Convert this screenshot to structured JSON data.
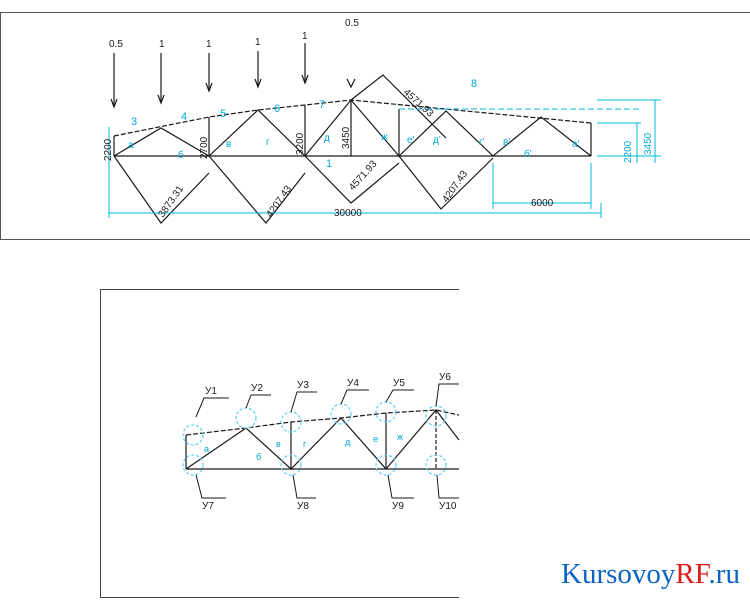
{
  "colors": {
    "member": "#1a1a1a",
    "dimension": "#00b8e6",
    "label": "#00a9d6",
    "node_circle": "#5fd0f0",
    "watermark_blue": "#0b63c4",
    "watermark_red": "#e01b1b"
  },
  "top_diagram": {
    "loads": [
      "0.5",
      "1",
      "1",
      "1",
      "1",
      "0.5"
    ],
    "top_chord_panels": [
      "3",
      "4",
      "5",
      "6",
      "7",
      "8"
    ],
    "bottom_chord_panel": "1",
    "web_panels": [
      "а",
      "б",
      "в",
      "г",
      "д",
      "ж",
      "е'",
      "д'",
      "г'",
      "в'",
      "б'",
      "а'"
    ],
    "heights": {
      "h1": "2200",
      "h2": "2700",
      "h3": "3200",
      "h4": "3450",
      "h1_right": "2200",
      "h4_right": "3450"
    },
    "diagonals": {
      "d1": "3873.31",
      "d2": "4207.43",
      "d3": "4571.93",
      "d4": "4571.93",
      "d5": "4207.43"
    },
    "span": "30000",
    "panel_width": "6000"
  },
  "bottom_diagram": {
    "top_nodes": [
      "У1",
      "У2",
      "У3",
      "У4",
      "У5",
      "У6"
    ],
    "bottom_nodes": [
      "У7",
      "У8",
      "У9",
      "У10"
    ],
    "web_panels": [
      "а",
      "б",
      "в",
      "г",
      "д",
      "е",
      "ж"
    ]
  },
  "watermark": {
    "part1": "Kursovoy",
    "part2": "RF",
    "part3": ".ru"
  }
}
